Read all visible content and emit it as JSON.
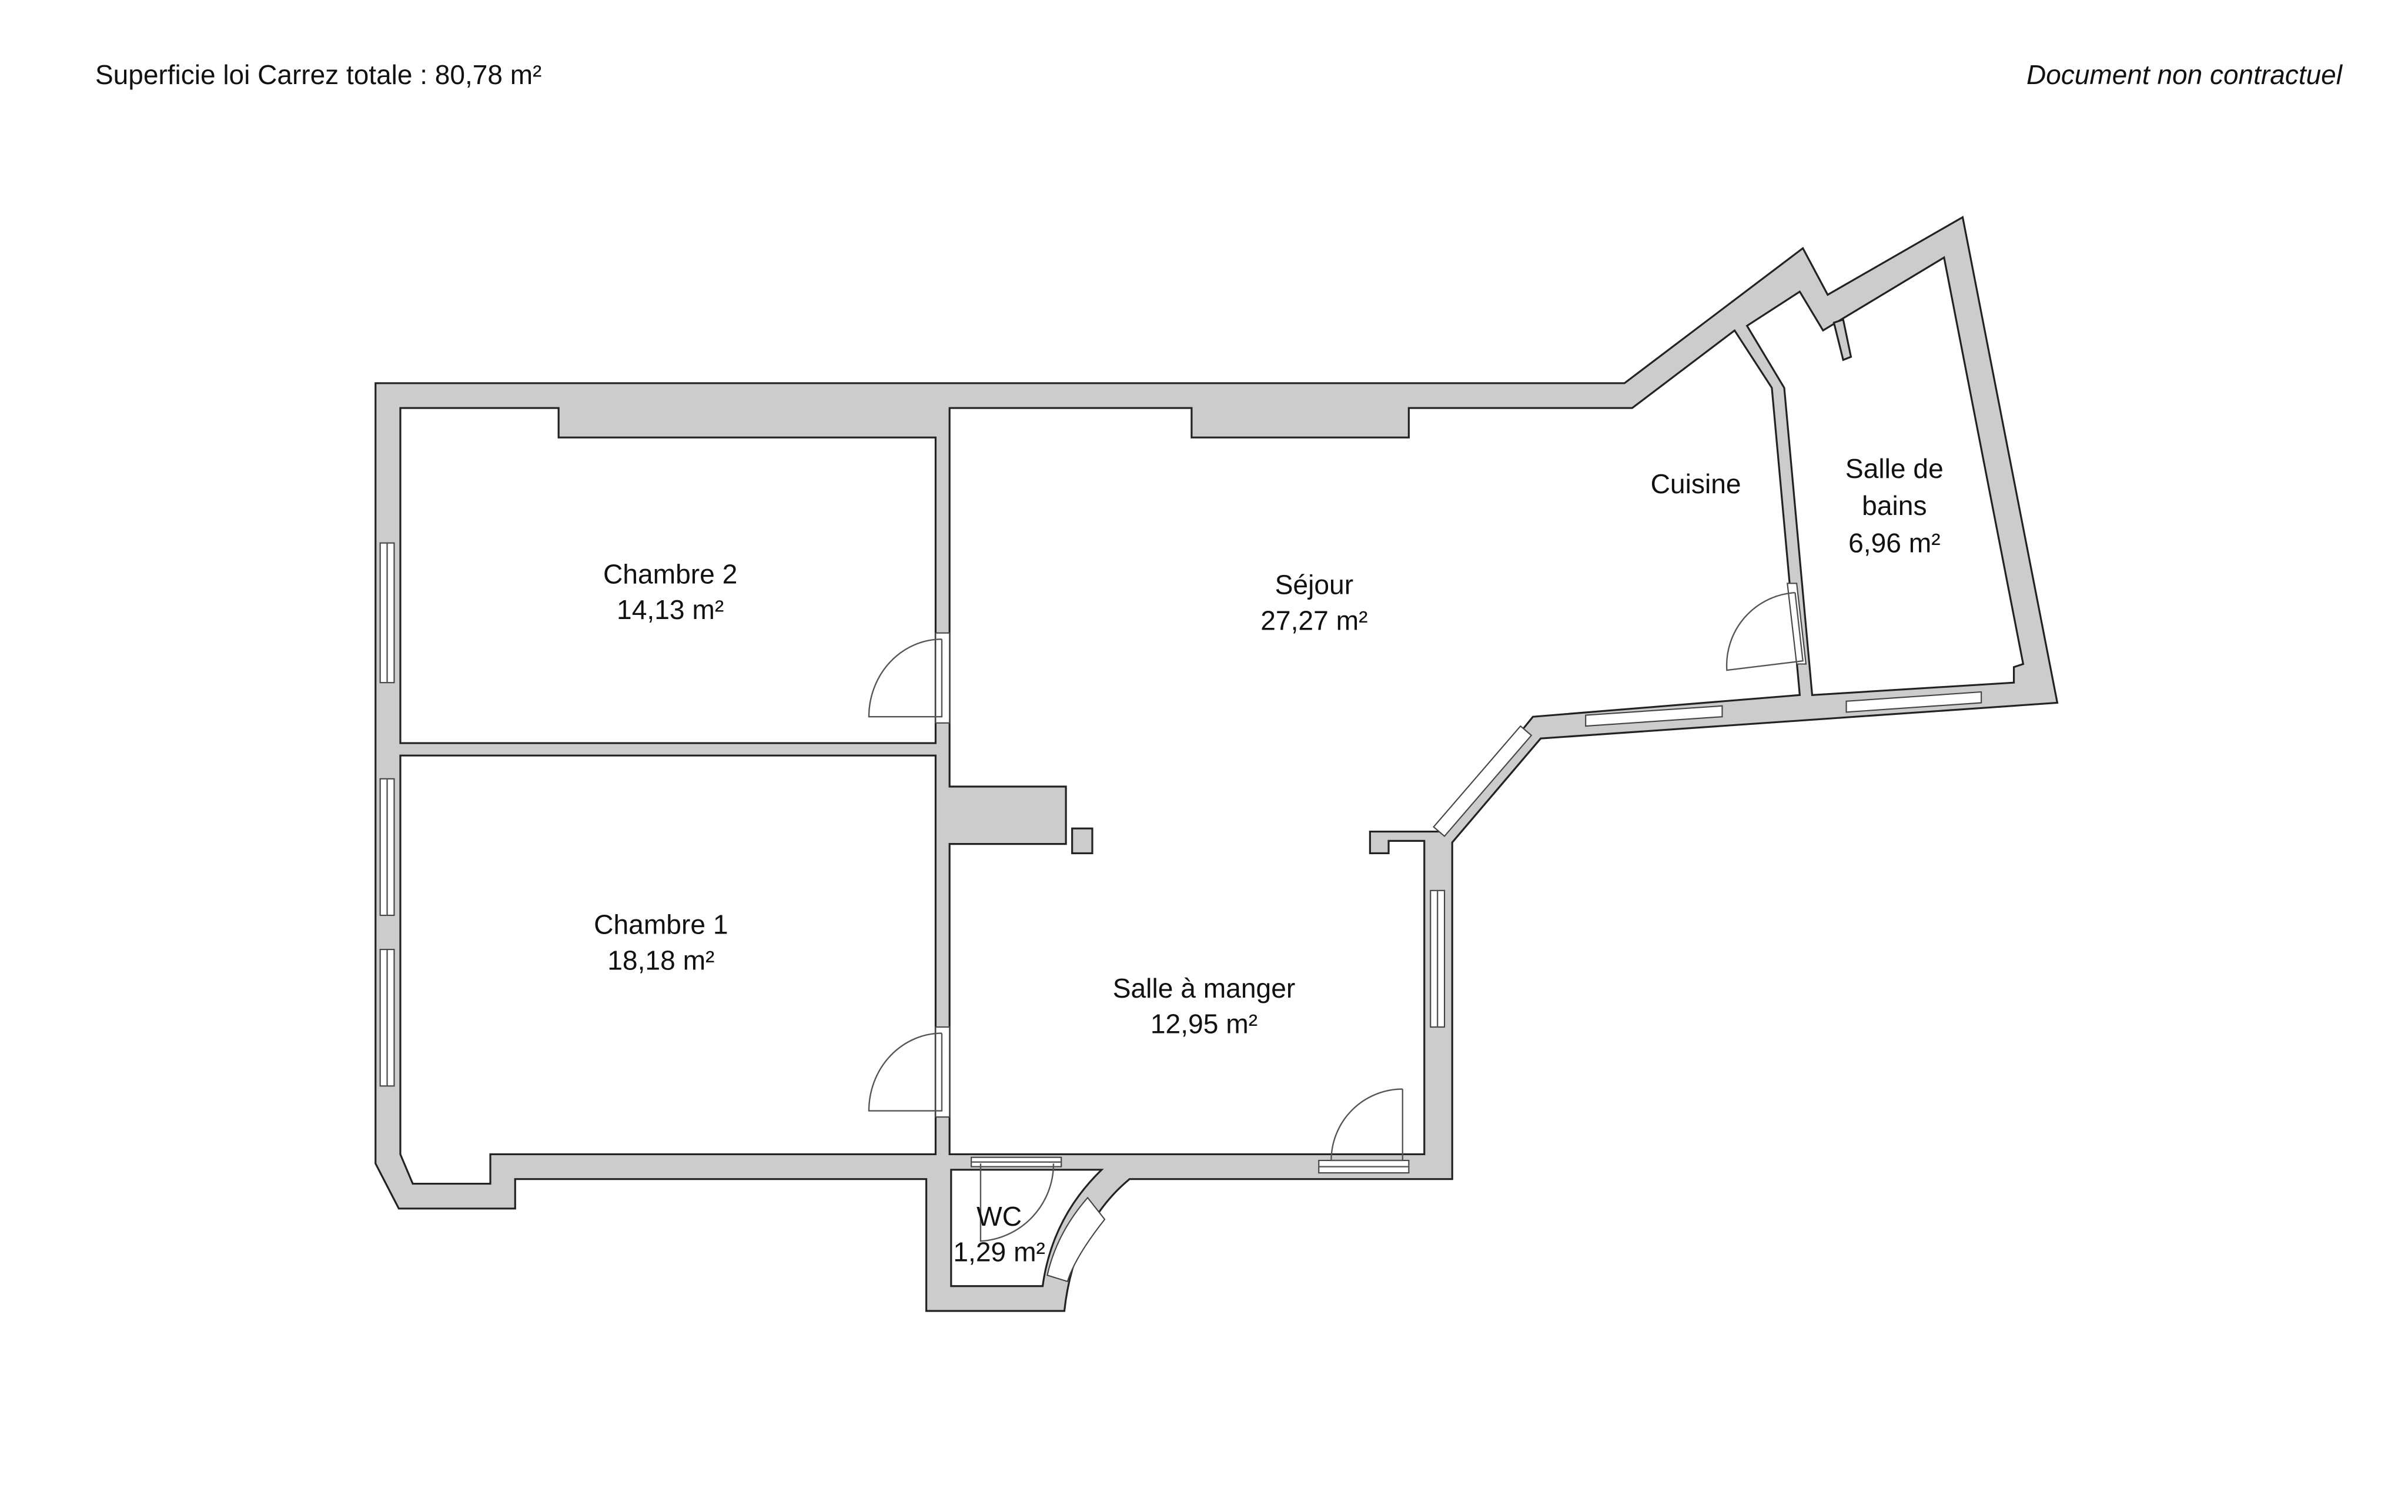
{
  "header": {
    "total_area": "Superficie loi Carrez totale :  80,78 m²",
    "disclaimer": "Document non contractuel"
  },
  "rooms": [
    {
      "name": "Chambre 2",
      "area": "14,13 m²"
    },
    {
      "name": "Chambre 1",
      "area": "18,18 m²"
    },
    {
      "name": "Séjour",
      "area": "27,27 m²"
    },
    {
      "name": "Salle à manger",
      "area": "12,95 m²"
    },
    {
      "name": "Cuisine"
    },
    {
      "name": "Salle de",
      "name2": "bains",
      "area": "6,96 m²"
    },
    {
      "name": "WC",
      "area": "1,29 m²"
    }
  ],
  "colors": {
    "wall": "#cccccc",
    "outline": "#222222"
  }
}
